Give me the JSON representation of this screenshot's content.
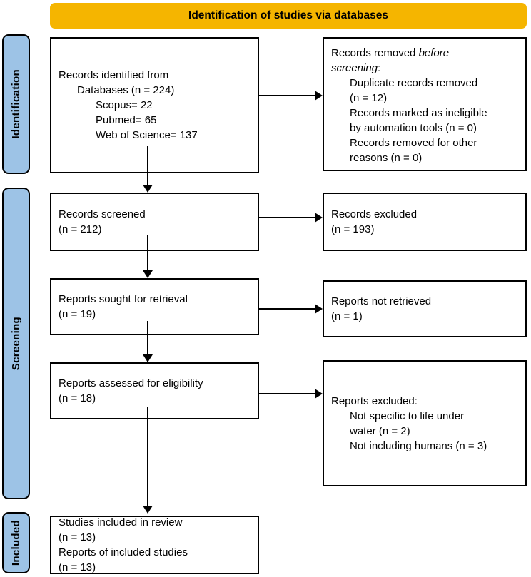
{
  "diagram": {
    "type": "prisma-flow-diagram",
    "banner": {
      "title": "Identification of studies via databases",
      "color": "#F5B500"
    },
    "stages": [
      {
        "id": "identification",
        "label": "Identification",
        "color": "#9DC3E6"
      },
      {
        "id": "screening",
        "label": "Screening",
        "color": "#9DC3E6"
      },
      {
        "id": "included",
        "label": "Included",
        "color": "#9DC3E6"
      }
    ],
    "boxes": {
      "records_identified": {
        "name": "records-identified-box",
        "lines": [
          {
            "text": "Records identified from",
            "indent": 0
          },
          {
            "text": "Databases (n = 224)",
            "indent": 1
          },
          {
            "text": "Scopus= 22",
            "indent": 2
          },
          {
            "text": "Pubmed= 65",
            "indent": 2
          },
          {
            "text": "Web of Science= 137",
            "indent": 2
          }
        ]
      },
      "records_removed": {
        "name": "records-removed-box",
        "lines": [
          {
            "text": "Records removed ",
            "indent": 0,
            "italic_tail": "before"
          },
          {
            "text": "",
            "indent": 0,
            "italic_head": "screening",
            "tail": ":"
          },
          {
            "text": "Duplicate records removed",
            "indent": 1
          },
          {
            "text": "(n = 12)",
            "indent": 1
          },
          {
            "text": "Records marked as ineligible",
            "indent": 1
          },
          {
            "text": "by automation tools (n = 0)",
            "indent": 1
          },
          {
            "text": "Records removed for other",
            "indent": 1
          },
          {
            "text": "reasons (n = 0)",
            "indent": 1
          }
        ]
      },
      "records_screened": {
        "name": "records-screened-box",
        "lines": [
          {
            "text": "Records screened",
            "indent": 0
          },
          {
            "text": "(n = 212)",
            "indent": 0
          }
        ]
      },
      "records_excluded": {
        "name": "records-excluded-box",
        "lines": [
          {
            "text": "Records excluded",
            "indent": 0
          },
          {
            "text": "(n = 193)",
            "indent": 0
          }
        ]
      },
      "reports_sought": {
        "name": "reports-sought-box",
        "lines": [
          {
            "text": "Reports sought for retrieval",
            "indent": 0
          },
          {
            "text": "(n = 19)",
            "indent": 0
          }
        ]
      },
      "reports_not_retrieved": {
        "name": "reports-not-retrieved-box",
        "lines": [
          {
            "text": "Reports not retrieved",
            "indent": 0
          },
          {
            "text": "(n = 1)",
            "indent": 0
          }
        ]
      },
      "reports_assessed": {
        "name": "reports-assessed-box",
        "lines": [
          {
            "text": "Reports assessed for eligibility",
            "indent": 0
          },
          {
            "text": "(n = 18)",
            "indent": 0
          }
        ]
      },
      "reports_excluded": {
        "name": "reports-excluded-box",
        "lines": [
          {
            "text": "Reports excluded:",
            "indent": 0
          },
          {
            "text": "Not specific to life under",
            "indent": 1
          },
          {
            "text": "water (n = 2)",
            "indent": 1
          },
          {
            "text": "Not including humans (n = 3)",
            "indent": 1
          }
        ]
      },
      "studies_included": {
        "name": "studies-included-box",
        "lines": [
          {
            "text": "Studies included in review",
            "indent": 0
          },
          {
            "text": "(n = 13)",
            "indent": 0
          },
          {
            "text": "Reports of included studies",
            "indent": 0
          },
          {
            "text": "(n = 13)",
            "indent": 0
          }
        ]
      }
    },
    "counts": {
      "databases_total": 224,
      "scopus": 22,
      "pubmed": 65,
      "web_of_science": 137,
      "duplicates_removed": 12,
      "ineligible_by_automation": 0,
      "removed_other_reasons": 0,
      "records_screened": 212,
      "records_excluded": 193,
      "reports_sought": 19,
      "reports_not_retrieved": 1,
      "reports_assessed": 18,
      "excluded_not_life_under_water": 2,
      "excluded_not_including_humans": 3,
      "studies_included": 13,
      "reports_of_included_studies": 13
    }
  }
}
